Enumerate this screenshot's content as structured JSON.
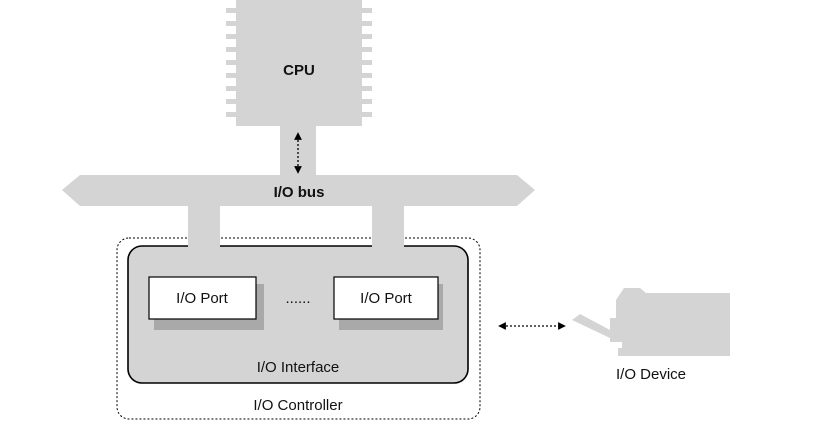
{
  "labels": {
    "cpu": "CPU",
    "io_bus": "I/O bus",
    "io_port_left": "I/O Port",
    "io_port_right": "I/O Port",
    "ellipsis": "......",
    "io_interface": "I/O Interface",
    "io_controller": "I/O Controller",
    "io_device": "I/O Device"
  },
  "colors": {
    "component_fill": "#d4d4d4",
    "port_shadow": "#a9a9a9",
    "outline": "#000000",
    "background": "#ffffff"
  }
}
